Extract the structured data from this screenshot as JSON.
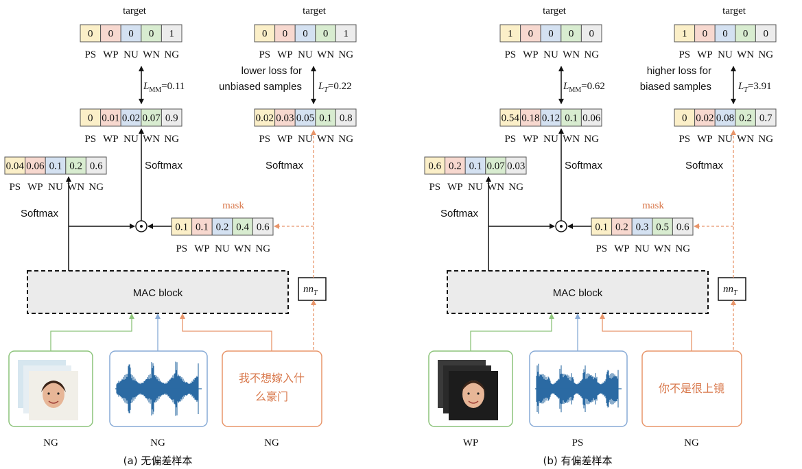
{
  "colors": {
    "PS": "#fbefc8",
    "WP": "#f7d8cf",
    "NU": "#d4e1f1",
    "WN": "#d8ecd0",
    "NG": "#ececec",
    "orange": "#e8956a",
    "green": "#8cc47a",
    "blue": "#87aad6"
  },
  "labels": [
    "PS",
    "WP",
    "NU",
    "WN",
    "NG"
  ],
  "texts": {
    "target": "target",
    "softmax": "Softmax",
    "mask": "mask",
    "mac": "MAC block",
    "nn": "nn",
    "nn_sub": "T",
    "lower": "lower loss for",
    "unbiased": "unbiased samples",
    "higher": "higher loss for",
    "biased": "biased samples",
    "L": "L",
    "MM": "MM",
    "Tsub": "T",
    "odot": "⊙",
    "caption_a": "(a) 无偏差样本",
    "caption_b": "(b) 有偏差样本",
    "text_a": [
      "我不想嫁入什",
      "么豪门"
    ],
    "text_b": "你不是很上镜"
  },
  "panels": [
    {
      "target_mm": [
        "0",
        "0",
        "0",
        "0",
        "1"
      ],
      "target_t": [
        "0",
        "0",
        "0",
        "0",
        "1"
      ],
      "loss_mm": "=0.11",
      "loss_t": "=0.22",
      "pred_mm": [
        "0",
        "0.01",
        "0.02",
        "0.07",
        "0.9"
      ],
      "pred_t": [
        "0.02",
        "0.03",
        "0.05",
        "0.1",
        "0.8"
      ],
      "soft_out": [
        "0.04",
        "0.06",
        "0.1",
        "0.2",
        "0.6"
      ],
      "mask": [
        "0.1",
        "0.1",
        "0.2",
        "0.4",
        "0.6"
      ],
      "inputs": [
        "NG",
        "NG",
        "NG"
      ]
    },
    {
      "target_mm": [
        "1",
        "0",
        "0",
        "0",
        "0"
      ],
      "target_t": [
        "1",
        "0",
        "0",
        "0",
        "0"
      ],
      "loss_mm": "=0.62",
      "loss_t": "=3.91",
      "pred_mm": [
        "0.54",
        "0.18",
        "0.12",
        "0.1",
        "0.06"
      ],
      "pred_t": [
        "0",
        "0.02",
        "0.08",
        "0.2",
        "0.7"
      ],
      "soft_out": [
        "0.6",
        "0.2",
        "0.1",
        "0.07",
        "0.03"
      ],
      "mask": [
        "0.1",
        "0.2",
        "0.3",
        "0.5",
        "0.6"
      ],
      "inputs": [
        "WP",
        "PS",
        "NG"
      ]
    }
  ]
}
